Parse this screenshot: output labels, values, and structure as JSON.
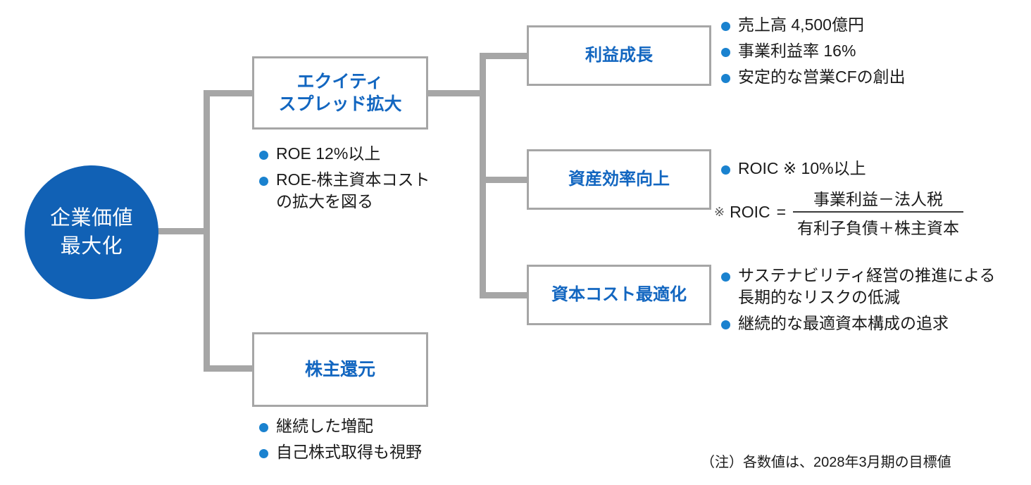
{
  "colors": {
    "brand_blue": "#1161b5",
    "box_title_blue": "#1266c0",
    "bullet_blue": "#1a82cf",
    "connector_gray": "#a6a6a6",
    "text_black": "#1a1a1a"
  },
  "root": {
    "line1": "企業価値",
    "line2": "最大化"
  },
  "branches": {
    "equity": {
      "title_line1": "エクイティ",
      "title_line2": "スプレッド拡大",
      "bullets": [
        "ROE 12%以上",
        "ROE-株主資本コスト\nの拡大を図る"
      ]
    },
    "shareholder": {
      "title_line1": "株主還元",
      "bullets": [
        "継続した増配",
        "自己株式取得も視野"
      ]
    }
  },
  "sub_branches": [
    {
      "key": "profit_growth",
      "title": "利益成長",
      "bullets": [
        "売上高 4,500億円",
        "事業利益率 16%",
        "安定的な営業CFの創出"
      ]
    },
    {
      "key": "asset_efficiency",
      "title": "資産効率向上",
      "bullets": [
        "ROIC ※ 10%以上"
      ],
      "formula": {
        "mark": "※",
        "lhs": "ROIC",
        "equals": "=",
        "numerator": "事業利益－法人税",
        "denominator": "有利子負債＋株主資本"
      }
    },
    {
      "key": "capital_cost",
      "title": "資本コスト最適化",
      "bullets": [
        "サステナビリティ経営の推進による\n長期的なリスクの低減",
        "継続的な最適資本構成の追求"
      ]
    }
  ],
  "footnote": "（注）各数値は、2028年3月期の目標値"
}
